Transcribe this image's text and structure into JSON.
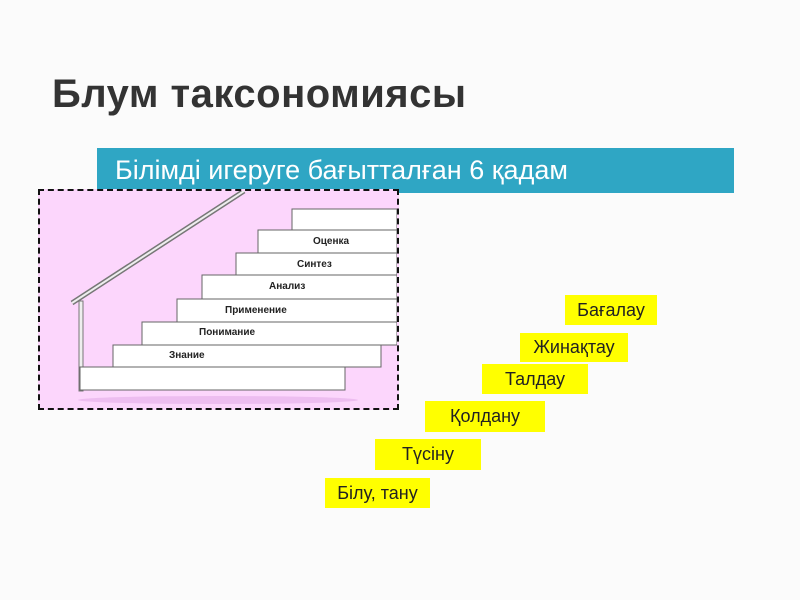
{
  "title": "Блум таксономиясы",
  "subtitle": "Білімді игеруге бағытталған 6 қадам",
  "stair_labels": [
    "Знание",
    "Понимание",
    "Применение",
    "Анализ",
    "Синтез",
    "Оценка"
  ],
  "kazakh_levels": [
    "Білу, тану",
    "Түсіну",
    "Қолдану",
    "Талдау",
    "Жинақтау",
    "Бағалау"
  ],
  "colors": {
    "banner": "#2fa6c4",
    "panel": "#fcd6fc",
    "level_box": "#ffff00"
  }
}
